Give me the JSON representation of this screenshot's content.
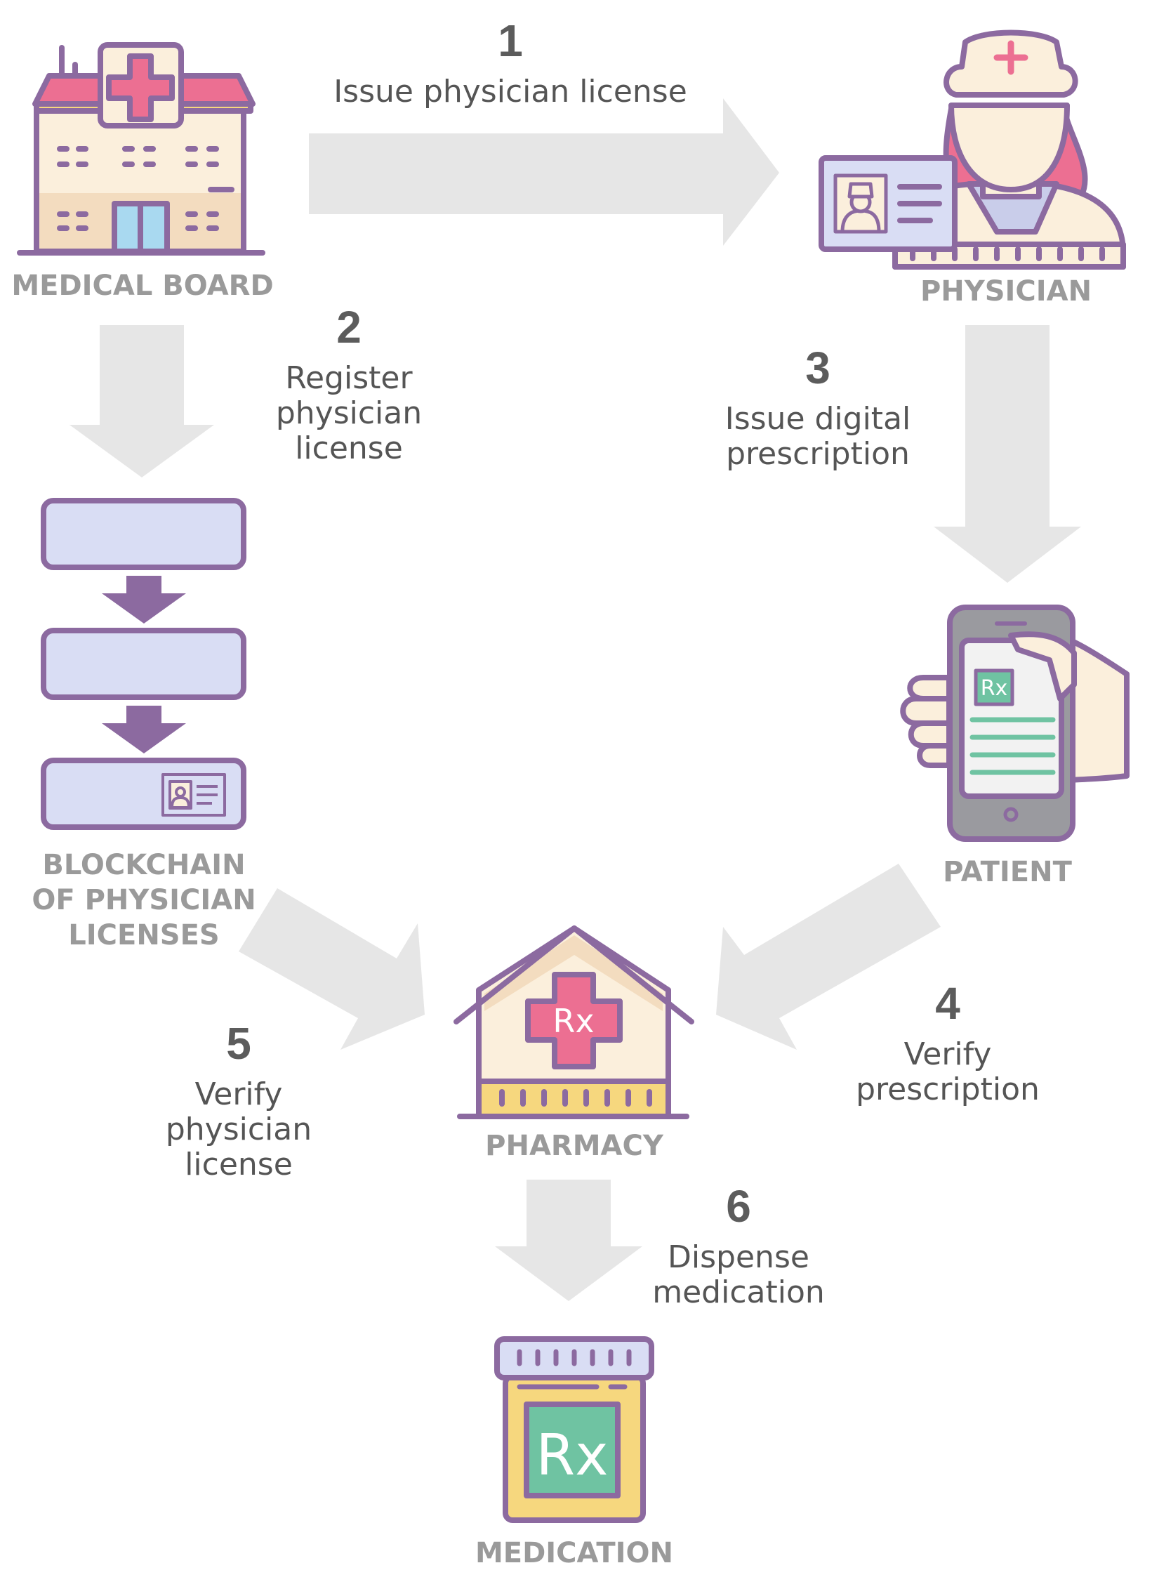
{
  "colors": {
    "outline": "#8c6aa0",
    "arrow": "#e6e6e6",
    "label": "#9a9a9a",
    "step_number": "#5c5c5c",
    "step_text": "#555555",
    "pink": "#ec6f92",
    "cream": "#fbefdc",
    "block": "#d9ddf4",
    "green": "#6fc3a2",
    "yellow": "#f6d77e"
  },
  "entities": {
    "medical_board": "MEDICAL BOARD",
    "physician": "PHYSICIAN",
    "blockchain": [
      "BLOCKCHAIN",
      "OF PHYSICIAN",
      "LICENSES"
    ],
    "patient": "PATIENT",
    "pharmacy": "PHARMACY",
    "medication": "MEDICATION"
  },
  "steps": {
    "s1": {
      "number": "1",
      "lines": [
        "Issue physician license"
      ]
    },
    "s2": {
      "number": "2",
      "lines": [
        "Register",
        "physician",
        "license"
      ]
    },
    "s3": {
      "number": "3",
      "lines": [
        "Issue digital",
        "prescription"
      ]
    },
    "s4": {
      "number": "4",
      "lines": [
        "Verify",
        "prescription"
      ]
    },
    "s5": {
      "number": "5",
      "lines": [
        "Verify",
        "physician",
        "license"
      ]
    },
    "s6": {
      "number": "6",
      "lines": [
        "Dispense",
        "medication"
      ]
    }
  },
  "icons": {
    "medical_board": "hospital-building-icon",
    "physician": "nurse-with-id-card-icon",
    "blockchain": "blockchain-blocks-icon",
    "patient": "phone-in-hand-icon",
    "pharmacy": "pharmacy-house-icon",
    "medication": "pill-bottle-icon"
  },
  "rx_text": "Rx"
}
